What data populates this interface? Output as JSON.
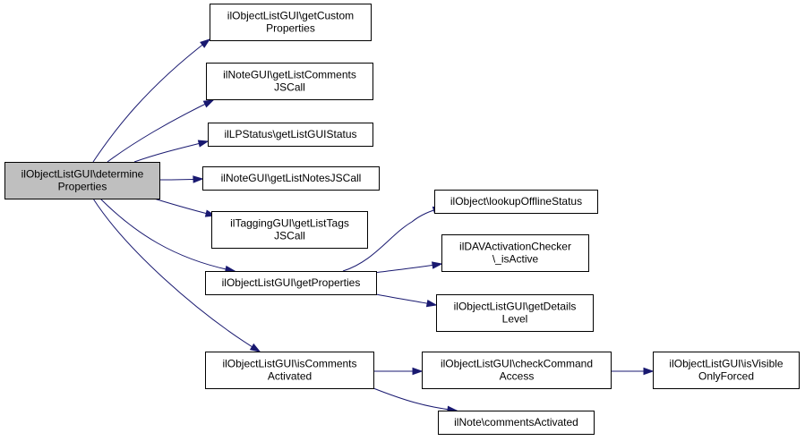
{
  "graph": {
    "edge_color": "#191970",
    "root_fill": "#bfbfbf",
    "node_fill": "#ffffff",
    "nodes": [
      {
        "id": "root",
        "lines": [
          "ilObjectListGUI\\determine",
          "Properties"
        ],
        "root": true
      },
      {
        "id": "getCustom",
        "lines": [
          "ilObjectListGUI\\getCustom",
          "Properties"
        ]
      },
      {
        "id": "getListCommentsJS",
        "lines": [
          "ilNoteGUI\\getListComments",
          "JSCall"
        ]
      },
      {
        "id": "getListGUIStatus",
        "lines": [
          "ilLPStatus\\getListGUIStatus"
        ]
      },
      {
        "id": "getListNotesJS",
        "lines": [
          "ilNoteGUI\\getListNotesJSCall"
        ]
      },
      {
        "id": "getListTags",
        "lines": [
          "ilTaggingGUI\\getListTags",
          "JSCall"
        ]
      },
      {
        "id": "getProperties",
        "lines": [
          "ilObjectListGUI\\getProperties"
        ]
      },
      {
        "id": "isCommentsActivated",
        "lines": [
          "ilObjectListGUI\\isComments",
          "Activated"
        ]
      },
      {
        "id": "lookupOffline",
        "lines": [
          "ilObject\\lookupOfflineStatus"
        ]
      },
      {
        "id": "davActive",
        "lines": [
          "ilDAVActivationChecker",
          "\\_isActive"
        ]
      },
      {
        "id": "getDetailsLevel",
        "lines": [
          "ilObjectListGUI\\getDetails",
          "Level"
        ]
      },
      {
        "id": "checkCommandAccess",
        "lines": [
          "ilObjectListGUI\\checkCommand",
          "Access"
        ]
      },
      {
        "id": "commentsActivated",
        "lines": [
          "ilNote\\commentsActivated"
        ]
      },
      {
        "id": "isVisibleOnlyForced",
        "lines": [
          "ilObjectListGUI\\isVisible",
          "OnlyForced"
        ]
      }
    ],
    "edges": [
      {
        "from": "root",
        "to": "getCustom"
      },
      {
        "from": "root",
        "to": "getListCommentsJS"
      },
      {
        "from": "root",
        "to": "getListGUIStatus"
      },
      {
        "from": "root",
        "to": "getListNotesJS"
      },
      {
        "from": "root",
        "to": "getListTags"
      },
      {
        "from": "root",
        "to": "getProperties"
      },
      {
        "from": "root",
        "to": "isCommentsActivated"
      },
      {
        "from": "getProperties",
        "to": "lookupOffline"
      },
      {
        "from": "getProperties",
        "to": "davActive"
      },
      {
        "from": "getProperties",
        "to": "getDetailsLevel"
      },
      {
        "from": "isCommentsActivated",
        "to": "checkCommandAccess"
      },
      {
        "from": "isCommentsActivated",
        "to": "commentsActivated"
      },
      {
        "from": "checkCommandAccess",
        "to": "isVisibleOnlyForced"
      }
    ]
  }
}
